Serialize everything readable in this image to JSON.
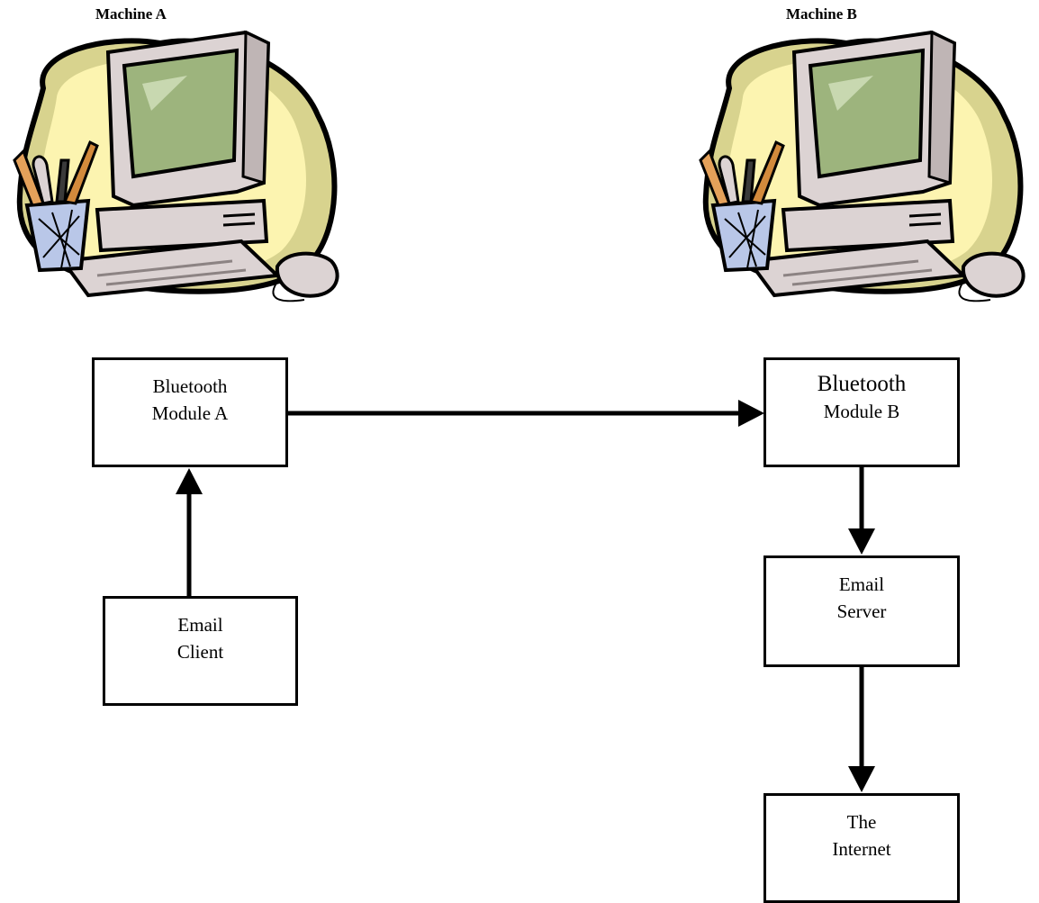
{
  "machine_a": {
    "label": "Machine A",
    "icon": "desktop-computer-clipart-icon"
  },
  "machine_b": {
    "label": "Machine B",
    "icon": "desktop-computer-clipart-icon"
  },
  "nodes": {
    "bt_a": {
      "line1": "Bluetooth",
      "line2": "Module A"
    },
    "bt_b": {
      "line1": "Bluetooth",
      "line2": "Module B"
    },
    "email_client": {
      "line1": "Email",
      "line2": "Client"
    },
    "email_server": {
      "line1": "Email",
      "line2": "Server"
    },
    "internet": {
      "line1": "The",
      "line2": "Internet"
    }
  },
  "edges": [
    {
      "from": "email_client",
      "to": "bt_a"
    },
    {
      "from": "bt_a",
      "to": "bt_b"
    },
    {
      "from": "bt_b",
      "to": "email_server"
    },
    {
      "from": "email_server",
      "to": "internet"
    }
  ],
  "colors": {
    "monitor": "#dcd3d3",
    "screen": "#9db47d",
    "blob": "#fcf4b0",
    "blob_shade": "#d8d38e",
    "outline": "#000000"
  }
}
